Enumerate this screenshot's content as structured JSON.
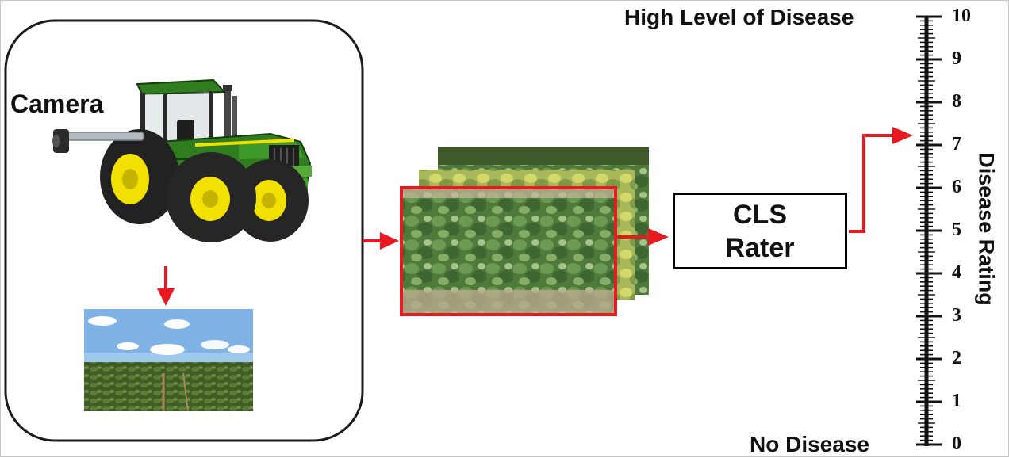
{
  "labels": {
    "camera": "Camera",
    "high_level": "High Level of Disease",
    "no_disease": "No Disease",
    "rater_line1": "CLS",
    "rater_line2": "Rater",
    "axis_title": "Disease Rating"
  },
  "scale": {
    "min": 0,
    "max": 10,
    "tick_labels": [
      "0",
      "1",
      "2",
      "3",
      "4",
      "5",
      "6",
      "7",
      "8",
      "9",
      "10"
    ],
    "indicated_value": 7.2
  },
  "colors": {
    "arrow": "#e8191f",
    "image_frame": "#e8191f",
    "tractor_green": "#2f7d1e",
    "tractor_yellow": "#f2e000"
  },
  "icons": {
    "tractor": "tractor-icon",
    "camera": "camera-icon",
    "field_photo": "field-photo-icon",
    "crop_images": "crop-image-stack-icon"
  }
}
